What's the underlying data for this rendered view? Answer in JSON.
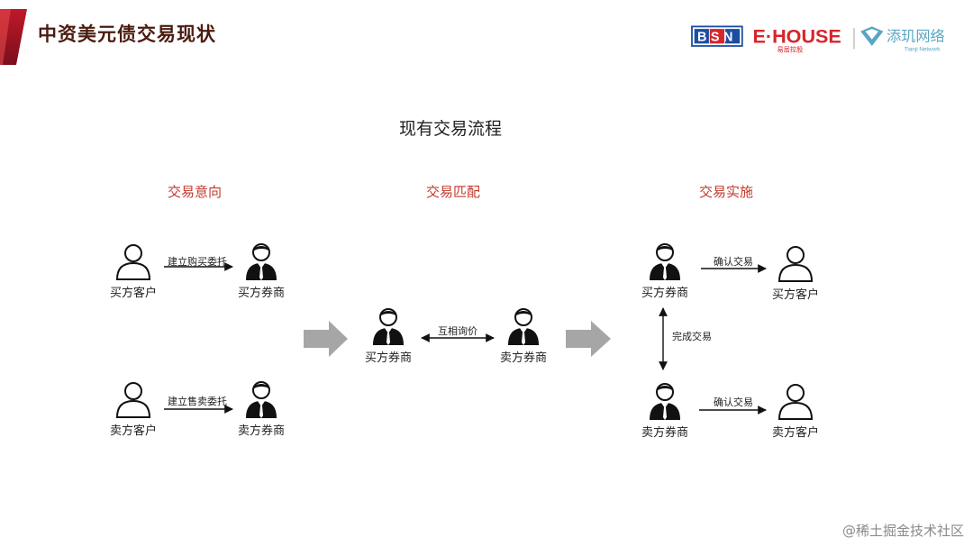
{
  "header": {
    "title": "中资美元债交易现状",
    "accent_color": "#a0192a",
    "logos": {
      "bsn_text": "BSN",
      "ehouse_text": "E·HOUSE",
      "ehouse_sub": "易居控股",
      "tianji_text": "添玑网络",
      "tianji_sub": "Tianji Network"
    }
  },
  "diagram": {
    "title": "现有交易流程",
    "stage_color": "#c0392b",
    "stages": [
      {
        "label": "交易意向"
      },
      {
        "label": "交易匹配"
      },
      {
        "label": "交易实施"
      }
    ],
    "nodes": {
      "intent_buyer_client": {
        "label": "买方客户",
        "icon": "user-icon"
      },
      "intent_buyer_broker": {
        "label": "买方券商",
        "icon": "broker-icon"
      },
      "intent_seller_client": {
        "label": "卖方客户",
        "icon": "user-icon"
      },
      "intent_seller_broker": {
        "label": "卖方券商",
        "icon": "broker-icon"
      },
      "match_buyer_broker": {
        "label": "买方券商",
        "icon": "broker-icon"
      },
      "match_seller_broker": {
        "label": "卖方券商",
        "icon": "broker-icon"
      },
      "exec_buyer_broker": {
        "label": "买方券商",
        "icon": "broker-icon"
      },
      "exec_buyer_client": {
        "label": "买方客户",
        "icon": "user-icon"
      },
      "exec_seller_broker": {
        "label": "卖方券商",
        "icon": "broker-icon"
      },
      "exec_seller_client": {
        "label": "卖方客户",
        "icon": "user-icon"
      }
    },
    "edges": {
      "buy_entrust": "建立购买委托",
      "sell_entrust": "建立售卖委托",
      "mutual_inquiry": "互相询价",
      "complete_trade": "完成交易",
      "confirm_buy": "确认交易",
      "confirm_sell": "确认交易"
    }
  },
  "watermark": "@稀土掘金技术社区"
}
